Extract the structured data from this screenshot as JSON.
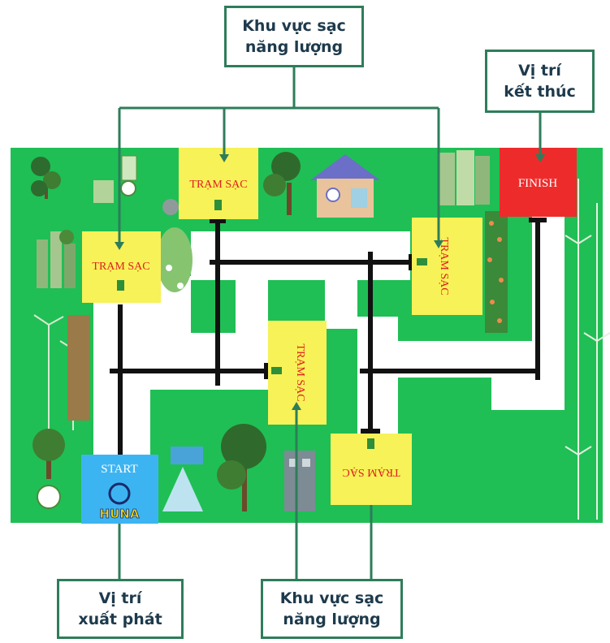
{
  "callouts": {
    "top_center": {
      "line1": "Khu vực sạc",
      "line2": "năng lượng"
    },
    "top_right": {
      "line1": "Vị trí",
      "line2": "kết thúc"
    },
    "bottom_left": {
      "line1": "Vị trí",
      "line2": "xuất phát"
    },
    "bottom_center": {
      "line1": "Khu vực sạc",
      "line2": "năng lượng"
    }
  },
  "board": {
    "start_label": "START",
    "start_logo_text": "HUNA",
    "finish_label": "FINISH",
    "stations": [
      {
        "label": "TRẠM SẠC"
      },
      {
        "label": "TRẠM SẠC"
      },
      {
        "label": "TRẠM SẠC"
      },
      {
        "label": "TRẠM SẠC"
      },
      {
        "label": "TRẠM SẠC"
      }
    ]
  },
  "colors": {
    "grass": "#1fbf55",
    "path": "#ffffff",
    "track": "#111111",
    "station": "#f7f257",
    "start": "#3db4f2",
    "finish": "#ee2b2b",
    "callout_border": "#2e7d5a",
    "callout_text": "#1e3a4c"
  }
}
